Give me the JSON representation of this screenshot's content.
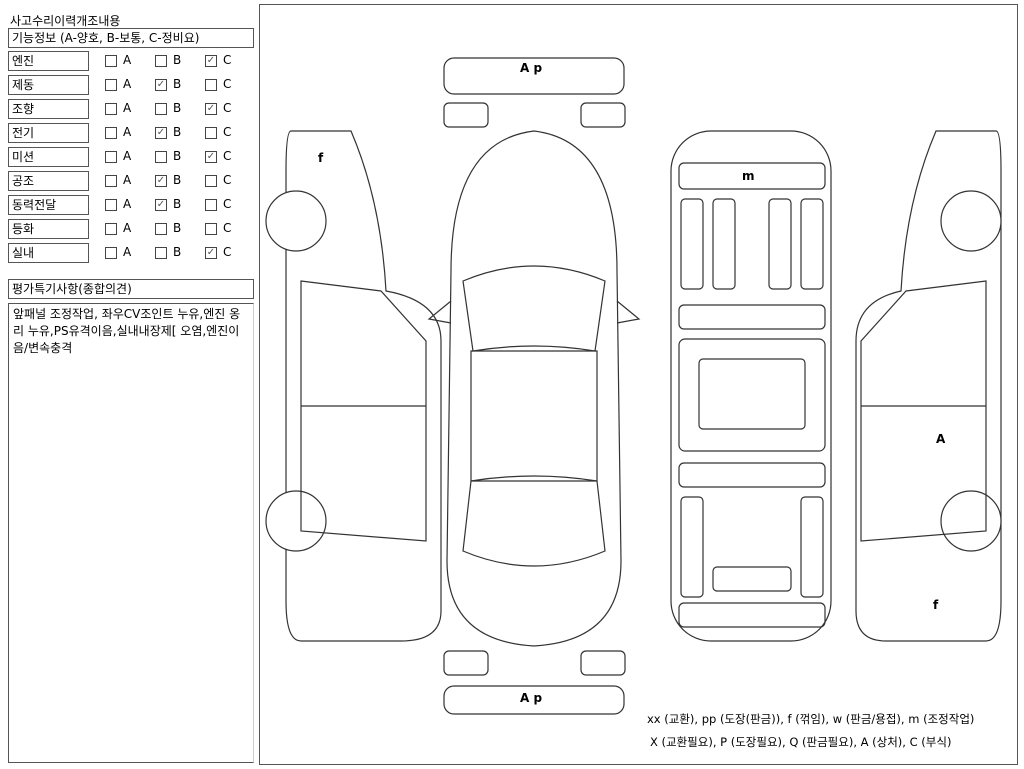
{
  "title": "사고수리이력개조내용",
  "function_info": {
    "header": "기능정보 (A-양호, B-보통, C-정비요)",
    "options": [
      "A",
      "B",
      "C"
    ],
    "rows": [
      {
        "name": "엔진",
        "checked": "C"
      },
      {
        "name": "제동",
        "checked": "B"
      },
      {
        "name": "조향",
        "checked": "C"
      },
      {
        "name": "전기",
        "checked": "B"
      },
      {
        "name": "미션",
        "checked": "C"
      },
      {
        "name": "공조",
        "checked": "B"
      },
      {
        "name": "동력전달",
        "checked": "B"
      },
      {
        "name": "등화",
        "checked": ""
      },
      {
        "name": "실내",
        "checked": "C"
      }
    ]
  },
  "evaluation": {
    "header": "평가특기사항(종합의견)",
    "text": " 앞패널 조정작업, 좌우CV조인트 누유,엔진 옹리 누유,PS유격이음,실내내장제[ 오염,엔진이음/변속충격"
  },
  "diagram": {
    "marks": {
      "front": "A p",
      "rear": "A p",
      "left_front": "f",
      "underside": "m",
      "right_side": "A",
      "right_rear": "f"
    },
    "legend_line1": "xx (교환), pp (도장(판금)), f (꺾임), w (판금/용접), m (조정작업)",
    "legend_line2": "X (교환필요), P (도장필요), Q (판금필요), A (상처), C (부식)"
  }
}
